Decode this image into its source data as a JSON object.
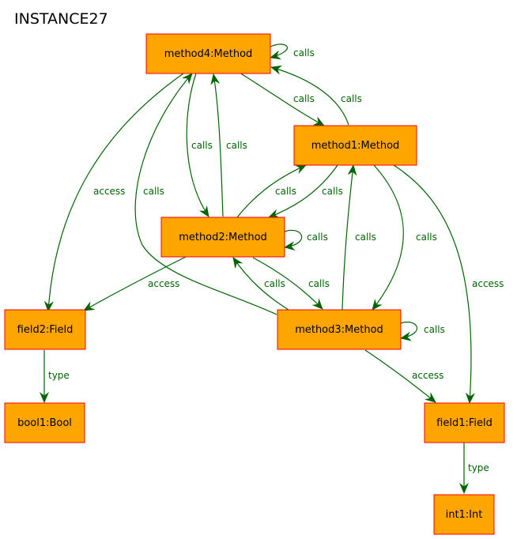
{
  "title": "INSTANCE27",
  "colors": {
    "node_fill": "#ffa500",
    "node_border": "#ff0000",
    "edge": "#006400",
    "background": "#ffffff"
  },
  "nodes": {
    "method4": {
      "label": "method4:Method"
    },
    "method1": {
      "label": "method1:Method"
    },
    "method2": {
      "label": "method2:Method"
    },
    "method3": {
      "label": "method3:Method"
    },
    "field2": {
      "label": "field2:Field"
    },
    "field1": {
      "label": "field1:Field"
    },
    "bool1": {
      "label": "bool1:Bool"
    },
    "int1": {
      "label": "int1:Int"
    }
  },
  "edges": [
    {
      "from": "method4",
      "to": "method4",
      "label": "calls"
    },
    {
      "from": "method4",
      "to": "method1",
      "label": "calls"
    },
    {
      "from": "method1",
      "to": "method4",
      "label": "calls"
    },
    {
      "from": "method4",
      "to": "method2",
      "label": "calls"
    },
    {
      "from": "method2",
      "to": "method4",
      "label": "calls"
    },
    {
      "from": "method3",
      "to": "method4",
      "label": "calls"
    },
    {
      "from": "method4",
      "to": "field2",
      "label": "access"
    },
    {
      "from": "method2",
      "to": "method1",
      "label": "calls"
    },
    {
      "from": "method1",
      "to": "method2",
      "label": "calls"
    },
    {
      "from": "method2",
      "to": "method2",
      "label": "calls"
    },
    {
      "from": "method3",
      "to": "method1",
      "label": "calls"
    },
    {
      "from": "method1",
      "to": "method3",
      "label": "calls"
    },
    {
      "from": "method1",
      "to": "field1",
      "label": "access"
    },
    {
      "from": "method2",
      "to": "field2",
      "label": "access"
    },
    {
      "from": "method3",
      "to": "method2",
      "label": "calls"
    },
    {
      "from": "method2",
      "to": "method3",
      "label": "calls"
    },
    {
      "from": "method3",
      "to": "method3",
      "label": "calls"
    },
    {
      "from": "method3",
      "to": "field1",
      "label": "access"
    },
    {
      "from": "field2",
      "to": "bool1",
      "label": "type"
    },
    {
      "from": "field1",
      "to": "int1",
      "label": "type"
    }
  ]
}
